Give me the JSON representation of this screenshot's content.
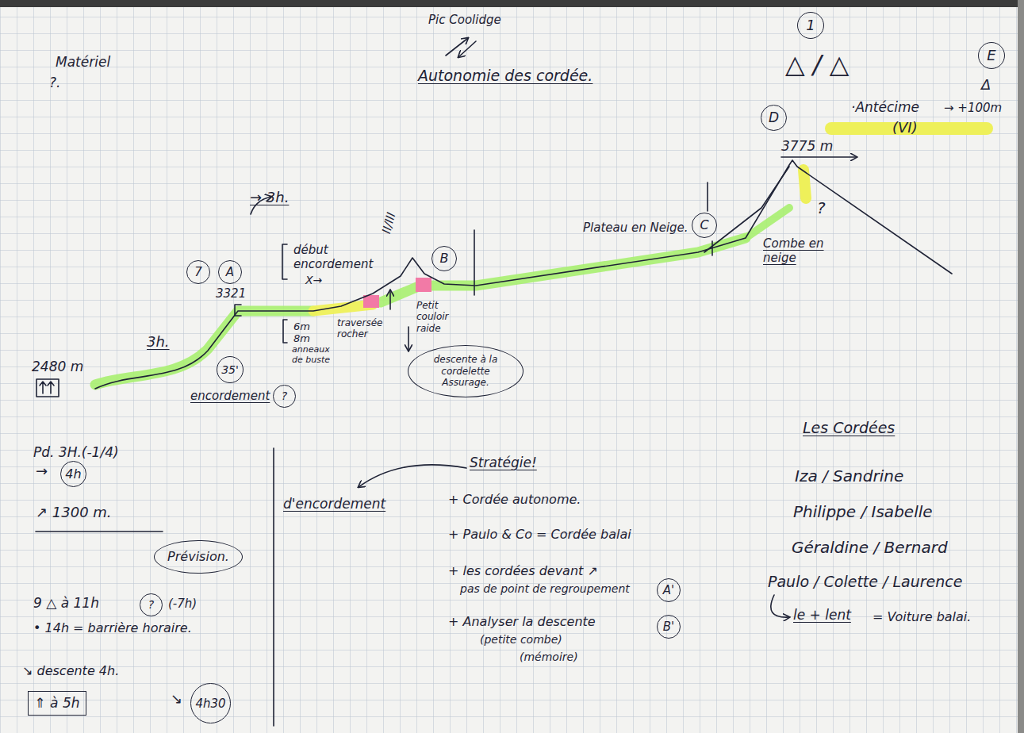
{
  "diagram": {
    "title": "Pic Coolidge",
    "nodes": [
      {
        "text": [
          "1"
        ]
      },
      {
        "text": [
          "E"
        ]
      },
      {
        "text": [
          "D"
        ]
      },
      {
        "text": [
          "7"
        ]
      },
      {
        "text": [
          "A"
        ]
      },
      {
        "text": [
          "B"
        ]
      },
      {
        "text": [
          "C"
        ]
      },
      {
        "text": [
          "35'"
        ]
      },
      {
        "text": [
          "?"
        ]
      },
      {
        "text": [
          "descente à la cordelette Assurage."
        ]
      },
      {
        "text": [
          "4h"
        ]
      },
      {
        "text": [
          "Prévision."
        ]
      },
      {
        "text": [
          "?"
        ]
      },
      {
        "text": [
          "A'"
        ]
      },
      {
        "text": [
          "B'"
        ]
      },
      {
        "text": [
          "⇑ à 5h"
        ]
      },
      {
        "text": [
          "4h30"
        ]
      }
    ],
    "labels": [
      "Matériel",
      "?.",
      "Autonomie des cordée.",
      "△ / △",
      "Δ",
      "·Antécime",
      "→ +100m",
      "(VI)",
      "3775 m",
      "?",
      "Combe en neige",
      "Plateau en Neige.",
      "→ 3h.",
      "début encordement",
      "X→",
      "3321",
      "3h.",
      "2480 m",
      "encordement",
      "6m",
      "8m",
      "anneaux de buste",
      "traversée rocher",
      "II/III",
      "Petit couloir raide",
      "Pd. 3H.(-1/4)",
      "→",
      "↗ 1300 m.",
      "9 △ à 11h",
      "(-7h)",
      "• 14h = barrière horaire.",
      "↘ descente 4h.",
      "↘",
      "d'encordement",
      "Stratégie!",
      "+ Cordée autonome.",
      "+ Paulo & Co = Cordée balai",
      "+ les cordées devant ↗",
      "pas de point de regroupement",
      "+ Analyser la descente",
      "(petite combe)",
      "(mémoire)",
      "Les Cordées",
      "Iza / Sandrine",
      "Philippe / Isabelle",
      "Géraldine / Bernard",
      "Paulo / Colette / Laurence",
      "le + lent",
      "= Voiture balai."
    ]
  }
}
